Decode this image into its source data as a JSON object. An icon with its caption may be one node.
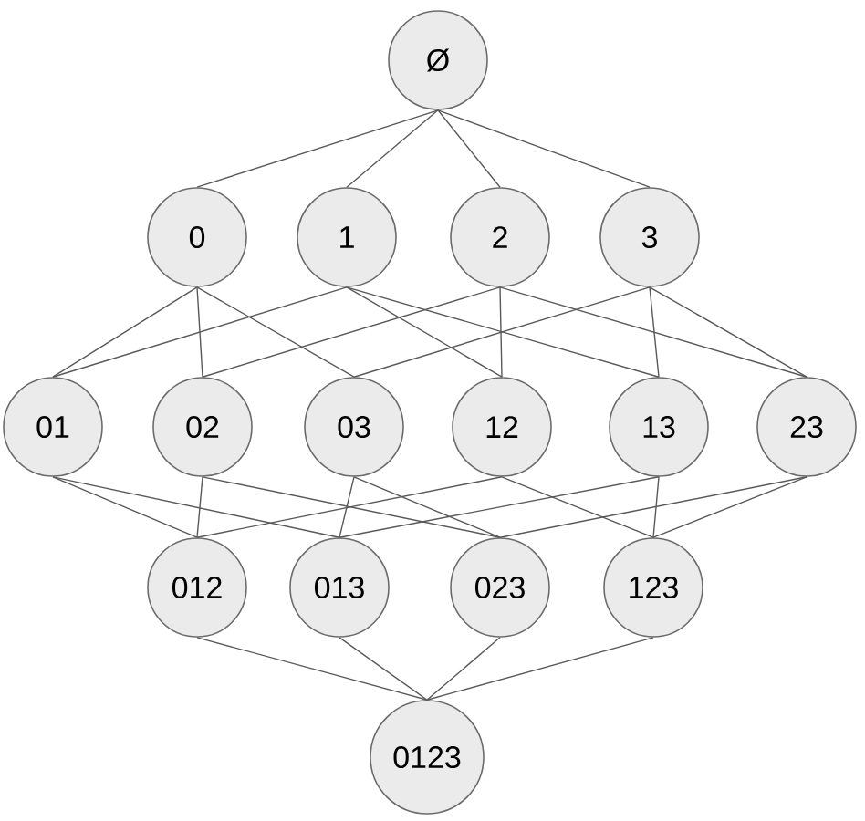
{
  "diagram": {
    "nodes": [
      {
        "text": [
          "Ø"
        ]
      },
      {
        "text": [
          "0"
        ]
      },
      {
        "text": [
          "1"
        ]
      },
      {
        "text": [
          "2"
        ]
      },
      {
        "text": [
          "3"
        ]
      },
      {
        "text": [
          "01"
        ]
      },
      {
        "text": [
          "02"
        ]
      },
      {
        "text": [
          "03"
        ]
      },
      {
        "text": [
          "12"
        ]
      },
      {
        "text": [
          "13"
        ]
      },
      {
        "text": [
          "23"
        ]
      },
      {
        "text": [
          "012"
        ]
      },
      {
        "text": [
          "013"
        ]
      },
      {
        "text": [
          "023"
        ]
      },
      {
        "text": [
          "123"
        ]
      },
      {
        "text": [
          "0123"
        ]
      }
    ],
    "edges": [
      {
        "from": 0,
        "to": 1,
        "arrow": "none"
      },
      {
        "from": 0,
        "to": 2,
        "arrow": "none"
      },
      {
        "from": 0,
        "to": 3,
        "arrow": "none"
      },
      {
        "from": 0,
        "to": 4,
        "arrow": "none"
      },
      {
        "from": 1,
        "to": 5,
        "arrow": "none"
      },
      {
        "from": 1,
        "to": 6,
        "arrow": "none"
      },
      {
        "from": 1,
        "to": 7,
        "arrow": "none"
      },
      {
        "from": 2,
        "to": 5,
        "arrow": "none"
      },
      {
        "from": 2,
        "to": 8,
        "arrow": "none"
      },
      {
        "from": 2,
        "to": 9,
        "arrow": "none"
      },
      {
        "from": 3,
        "to": 6,
        "arrow": "none"
      },
      {
        "from": 3,
        "to": 8,
        "arrow": "none"
      },
      {
        "from": 3,
        "to": 10,
        "arrow": "none"
      },
      {
        "from": 4,
        "to": 7,
        "arrow": "none"
      },
      {
        "from": 4,
        "to": 9,
        "arrow": "none"
      },
      {
        "from": 4,
        "to": 10,
        "arrow": "none"
      },
      {
        "from": 5,
        "to": 11,
        "arrow": "none"
      },
      {
        "from": 5,
        "to": 12,
        "arrow": "none"
      },
      {
        "from": 6,
        "to": 11,
        "arrow": "none"
      },
      {
        "from": 6,
        "to": 13,
        "arrow": "none"
      },
      {
        "from": 7,
        "to": 12,
        "arrow": "none"
      },
      {
        "from": 7,
        "to": 13,
        "arrow": "none"
      },
      {
        "from": 8,
        "to": 11,
        "arrow": "none"
      },
      {
        "from": 8,
        "to": 14,
        "arrow": "none"
      },
      {
        "from": 9,
        "to": 12,
        "arrow": "none"
      },
      {
        "from": 9,
        "to": 14,
        "arrow": "none"
      },
      {
        "from": 10,
        "to": 13,
        "arrow": "none"
      },
      {
        "from": 10,
        "to": 14,
        "arrow": "none"
      },
      {
        "from": 11,
        "to": 15,
        "arrow": "none"
      },
      {
        "from": 12,
        "to": 15,
        "arrow": "none"
      },
      {
        "from": 13,
        "to": 15,
        "arrow": "none"
      },
      {
        "from": 14,
        "to": 15,
        "arrow": "none"
      }
    ]
  }
}
